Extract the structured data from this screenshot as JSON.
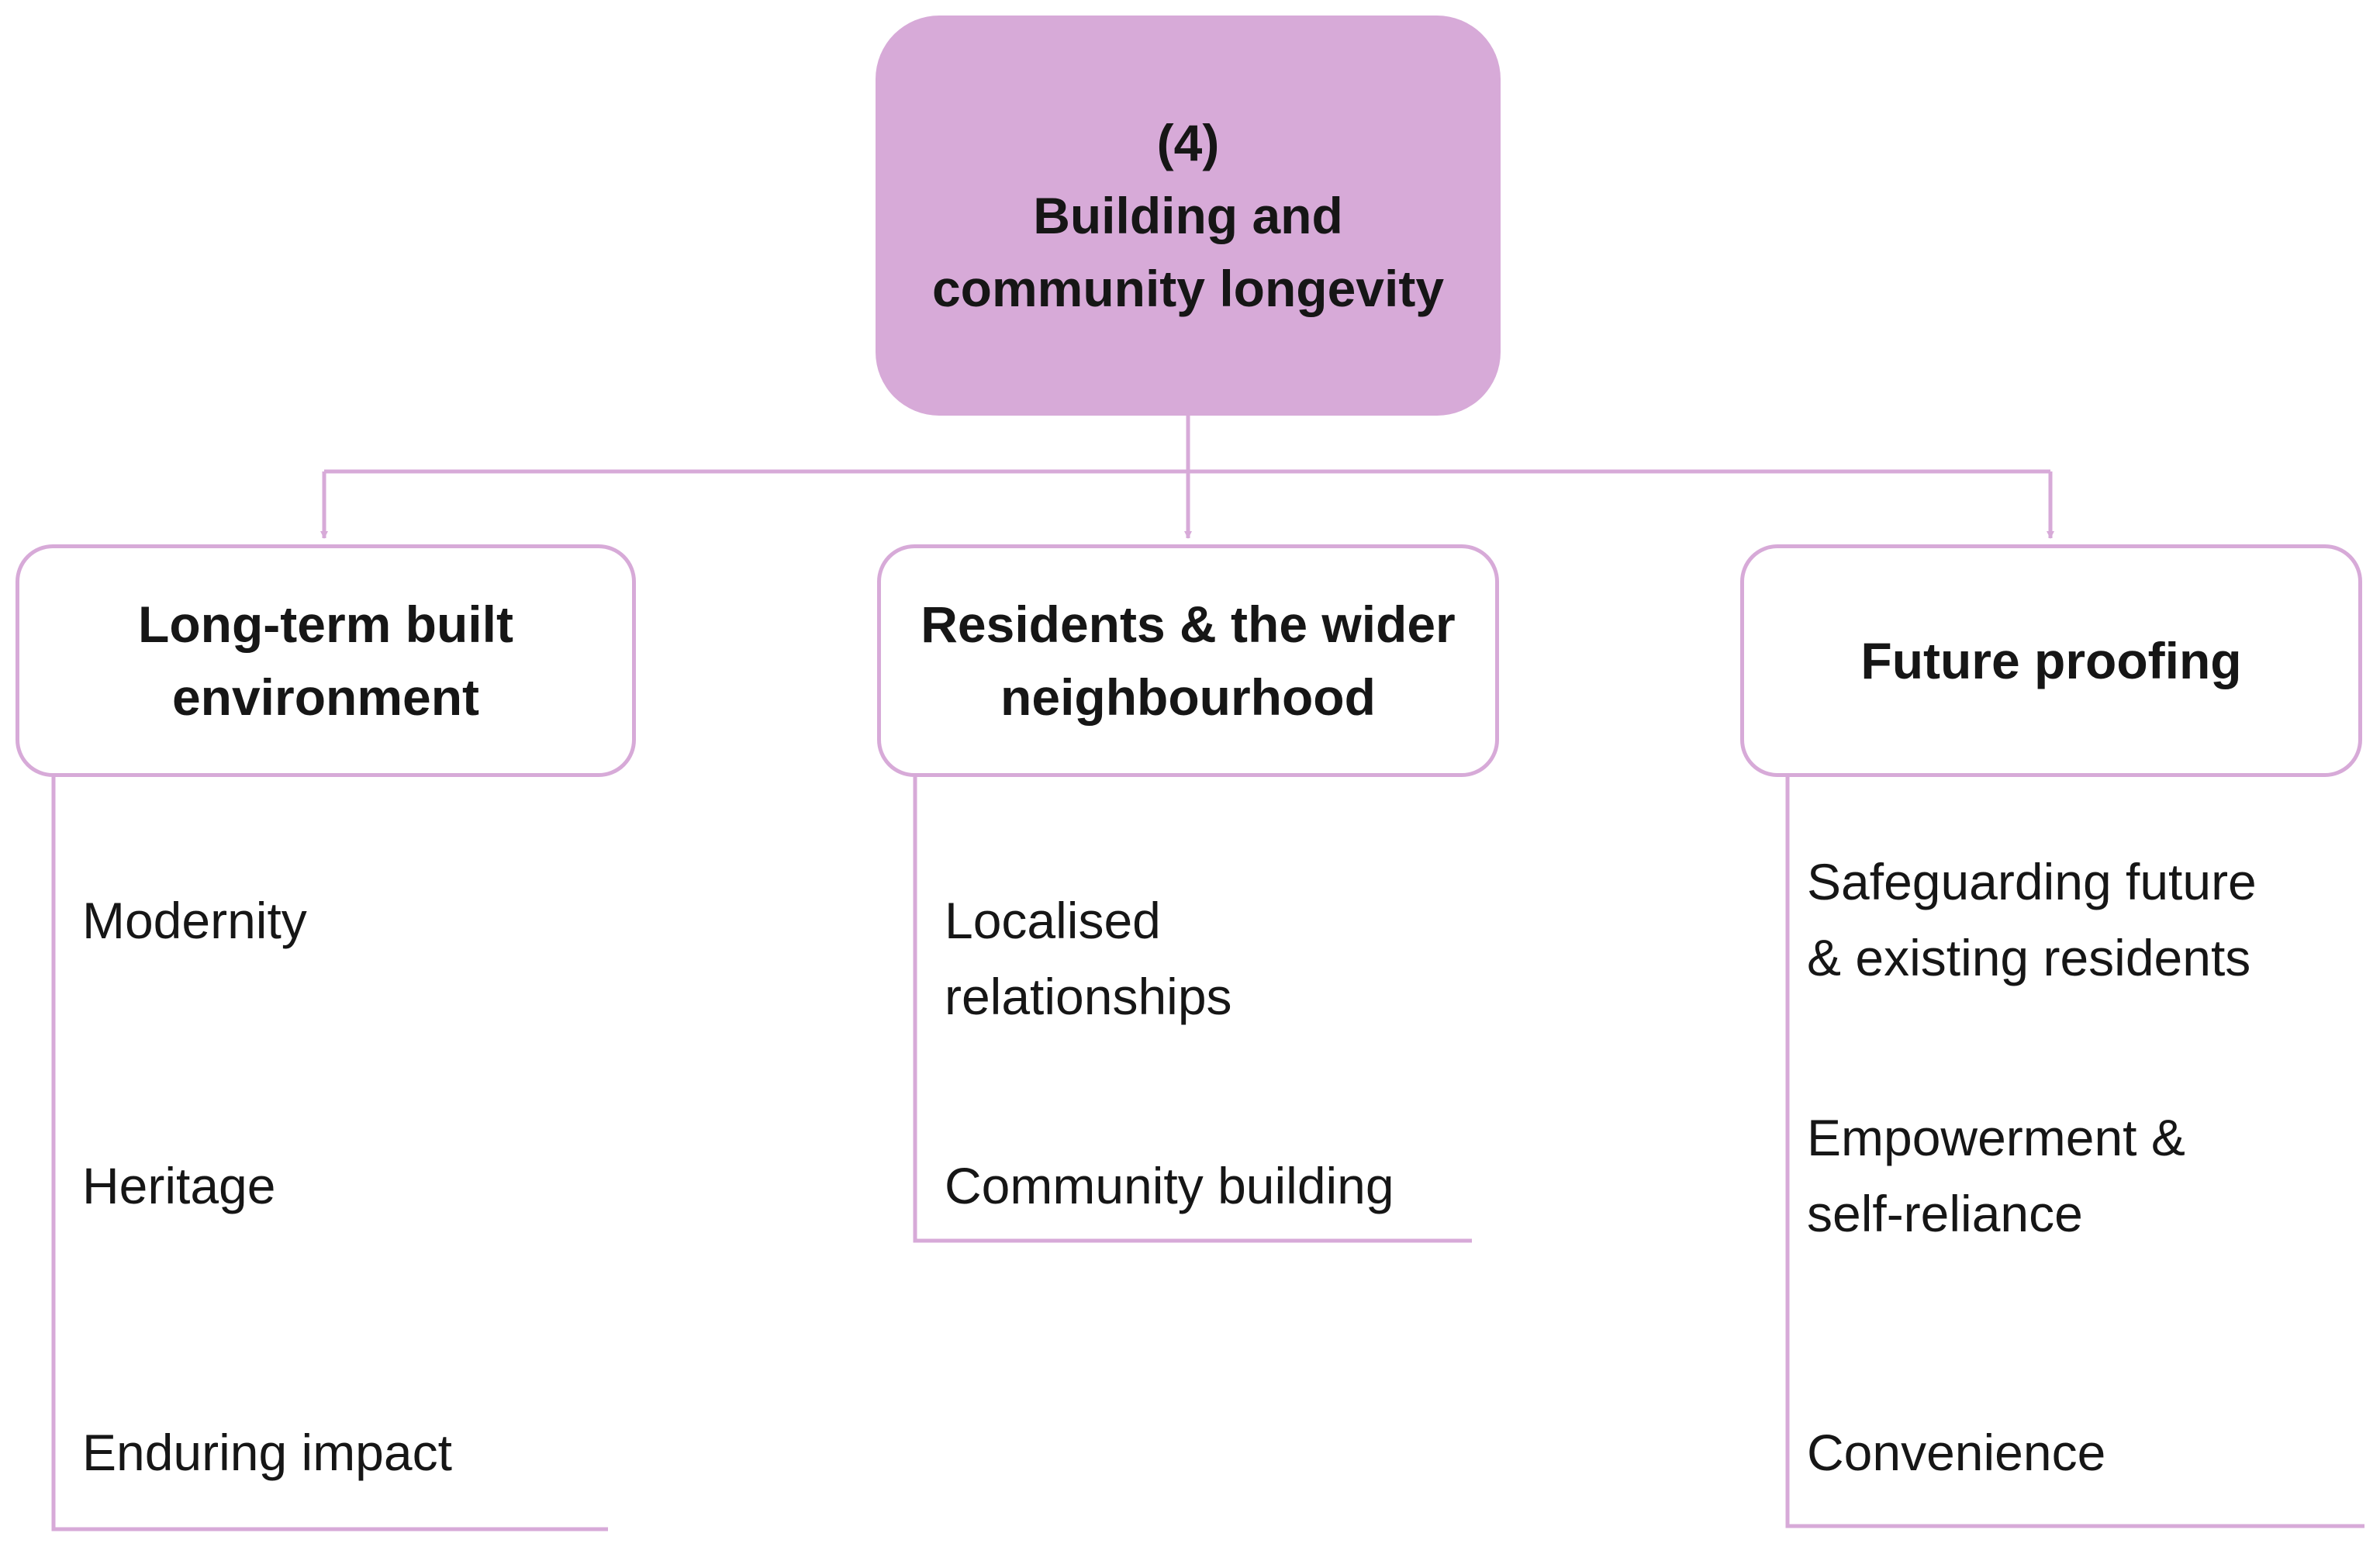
{
  "root": {
    "number": "(4)",
    "title": "Building and\ncommunity longevity"
  },
  "categories": [
    {
      "label": "Long-term built\nenvironment",
      "items": [
        "Modernity",
        "Heritage",
        "Enduring impact"
      ]
    },
    {
      "label": "Residents & the wider\nneighbourhood",
      "items": [
        "Localised\nrelationships",
        "Community building"
      ]
    },
    {
      "label": "Future proofing",
      "items": [
        "Safeguarding future\n& existing residents",
        "Empowerment &\nself-reliance",
        "Convenience"
      ]
    }
  ],
  "colors": {
    "accent": "#d7aad8",
    "text": "#161616",
    "background": "#ffffff"
  }
}
